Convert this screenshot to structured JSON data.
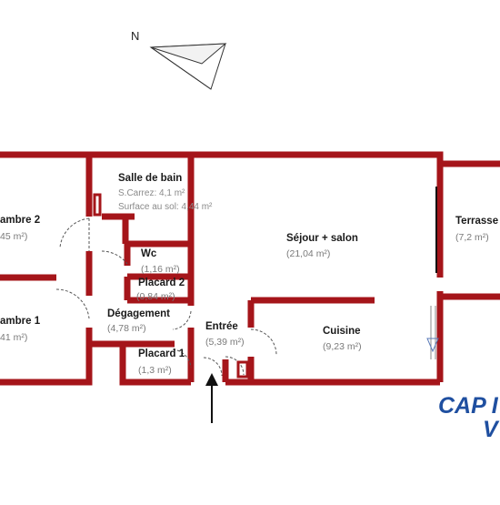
{
  "compass": {
    "north_label": "N"
  },
  "rooms": {
    "chambre2": {
      "name": "ambre 2",
      "area": "45 m²)"
    },
    "chambre1": {
      "name": "ambre 1",
      "area": "41 m²)"
    },
    "salle_de_bain": {
      "name": "Salle de bain",
      "carrez": "S.Carrez: 4,1 m²",
      "surface": "Surface au sol: 4,44 m²"
    },
    "wc": {
      "name": "Wc",
      "area": "(1,16 m²)"
    },
    "placard2": {
      "name": "Placard 2",
      "area": "(0,84 m²)"
    },
    "degagement": {
      "name": "Dégagement",
      "area": "(4,78 m²)"
    },
    "placard1": {
      "name": "Placard 1",
      "area": "(1,3 m²)"
    },
    "entree": {
      "name": "Entrée",
      "area": "(5,39 m²)"
    },
    "sejour": {
      "name": "Séjour + salon",
      "area": "(21,04 m²)"
    },
    "cuisine": {
      "name": "Cuisine",
      "area": "(9,23 m²)"
    },
    "terrasse": {
      "name": "Terrasse",
      "area": "(7,2 m²)"
    }
  },
  "brand": {
    "line1": "CAP I",
    "line2": "V"
  },
  "colors": {
    "wall": "#a5151a",
    "brand": "#1f4fa0",
    "door": "#555555"
  }
}
